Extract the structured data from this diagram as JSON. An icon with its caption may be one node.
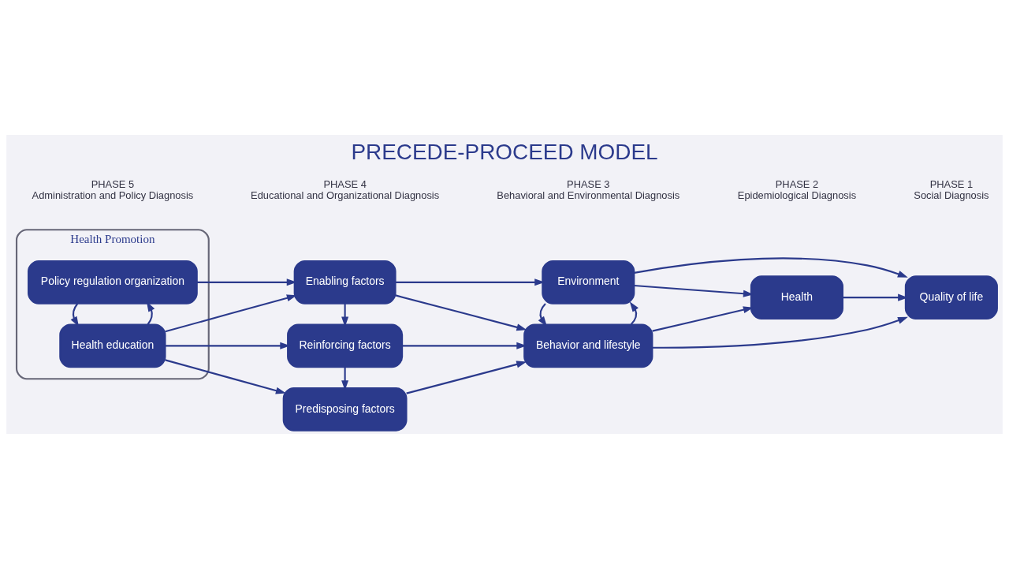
{
  "diagram": {
    "title": "PRECEDE-PROCEED MODEL",
    "nodes": [
      {
        "text": [
          "Health Promotion"
        ]
      },
      {
        "text": [
          "Health education"
        ],
        "in": 0
      },
      {
        "text": [
          "Policy regulation organization"
        ],
        "in": 0
      },
      {
        "text": [
          "Predisposing factors"
        ]
      },
      {
        "text": [
          "Reinforcing factors"
        ]
      },
      {
        "text": [
          "Enabling factors"
        ]
      },
      {
        "text": [
          "Behavior and lifestyle"
        ]
      },
      {
        "text": [
          "Environment"
        ]
      },
      {
        "text": [
          "Health"
        ]
      },
      {
        "text": [
          "Quality of life"
        ]
      }
    ],
    "edges": [
      {
        "from": 1,
        "to": 2,
        "arrow": "to"
      },
      {
        "from": 2,
        "to": 1,
        "arrow": "to"
      },
      {
        "from": 1,
        "to": 3,
        "arrow": "to"
      },
      {
        "from": 1,
        "to": 4,
        "arrow": "to"
      },
      {
        "from": 1,
        "to": 5,
        "arrow": "to"
      },
      {
        "from": 2,
        "to": 5,
        "arrow": "to"
      },
      {
        "from": 4,
        "to": 3,
        "arrow": "to"
      },
      {
        "from": 5,
        "to": 4,
        "arrow": "to"
      },
      {
        "from": 3,
        "to": 6,
        "arrow": "to"
      },
      {
        "from": 4,
        "to": 6,
        "arrow": "to"
      },
      {
        "from": 5,
        "to": 6,
        "arrow": "to"
      },
      {
        "from": 5,
        "to": 7,
        "arrow": "to"
      },
      {
        "from": 6,
        "to": 7,
        "arrow": "to"
      },
      {
        "from": 7,
        "to": 6,
        "arrow": "to"
      },
      {
        "from": 6,
        "to": 8,
        "arrow": "to"
      },
      {
        "from": 7,
        "to": 8,
        "arrow": "to"
      },
      {
        "from": 6,
        "to": 9,
        "arrow": "to"
      },
      {
        "from": 7,
        "to": 9,
        "arrow": "to"
      },
      {
        "from": 8,
        "to": 9,
        "arrow": "to"
      }
    ],
    "labels": [
      "PHASE 5",
      "Administration and Policy Diagnosis",
      "PHASE 4",
      "Educational and Organizational Diagnosis",
      "PHASE 3",
      "Behavioral and Environmental Diagnosis",
      "PHASE 2",
      "Epidemiological Diagnosis",
      "PHASE 1",
      "Social Diagnosis"
    ]
  }
}
